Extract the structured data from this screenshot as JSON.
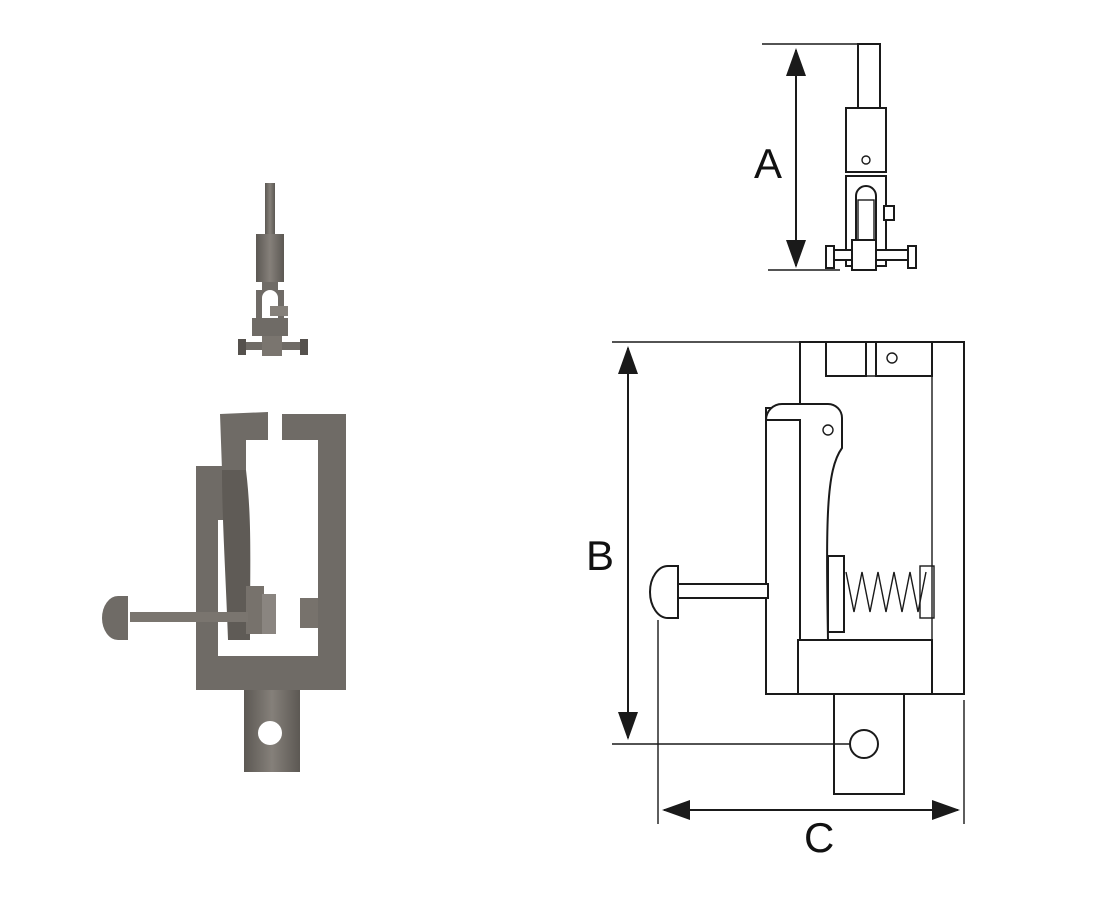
{
  "dimensions": {
    "a_label": "A",
    "b_label": "B",
    "c_label": "C"
  },
  "colors": {
    "metal": "#6f6b66",
    "metal_dark": "#55514d",
    "metal_light": "#8a8580",
    "line": "#1a1a1a"
  }
}
